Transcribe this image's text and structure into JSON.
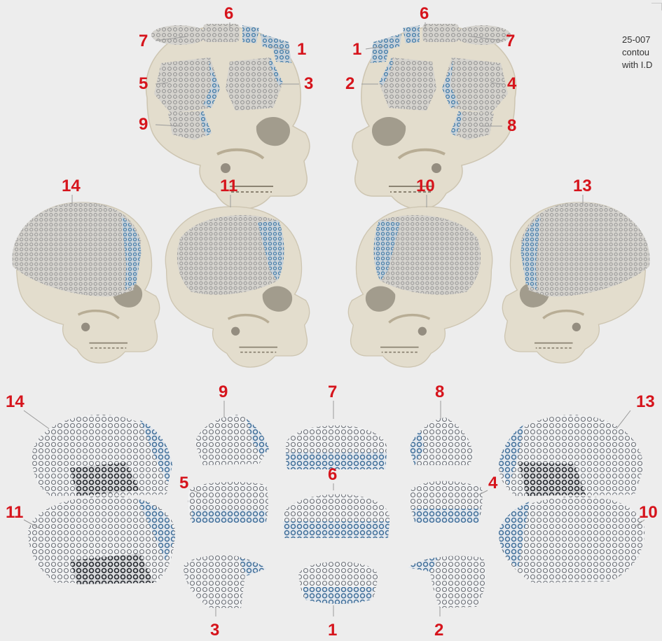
{
  "caption": {
    "line1": "25-007",
    "line2": "contou",
    "line3": "with I.D"
  },
  "colors": {
    "background": "#ededed",
    "label": "#d6141c",
    "bone": "#e3ddcd",
    "mesh": "#d0d0d0",
    "mesh_edge": "#3f79a6",
    "mesh_dark": "#333840"
  },
  "top_row_left_labels": [
    "6",
    "7",
    "1",
    "5",
    "3",
    "9"
  ],
  "top_row_right_labels": [
    "6",
    "1",
    "7",
    "2",
    "4",
    "8"
  ],
  "middle_row_labels": [
    "14",
    "11",
    "10",
    "13"
  ],
  "bottom_labels": [
    "14",
    "9",
    "7",
    "8",
    "13",
    "5",
    "6",
    "4",
    "11",
    "10",
    "3",
    "1",
    "2"
  ]
}
